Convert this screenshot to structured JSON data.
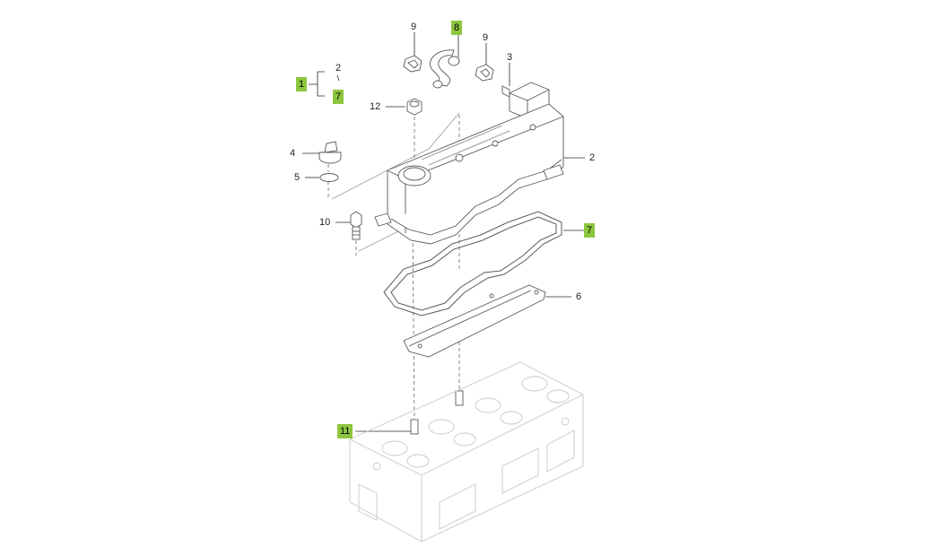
{
  "highlight_color": "#8dc63f",
  "line_color": "#2b2b2b",
  "part_color": "#5a5a5a",
  "faded_part_color": "#c8c8c8",
  "callouts": {
    "c9a": "9",
    "c8": "8",
    "c9b": "9",
    "c3": "3",
    "c2a": "2",
    "c1": "1",
    "c7a": "7",
    "c12": "12",
    "c4": "4",
    "c5": "5",
    "c2b": "2",
    "c10": "10",
    "c7b": "7",
    "c6": "6",
    "c11": "11"
  }
}
